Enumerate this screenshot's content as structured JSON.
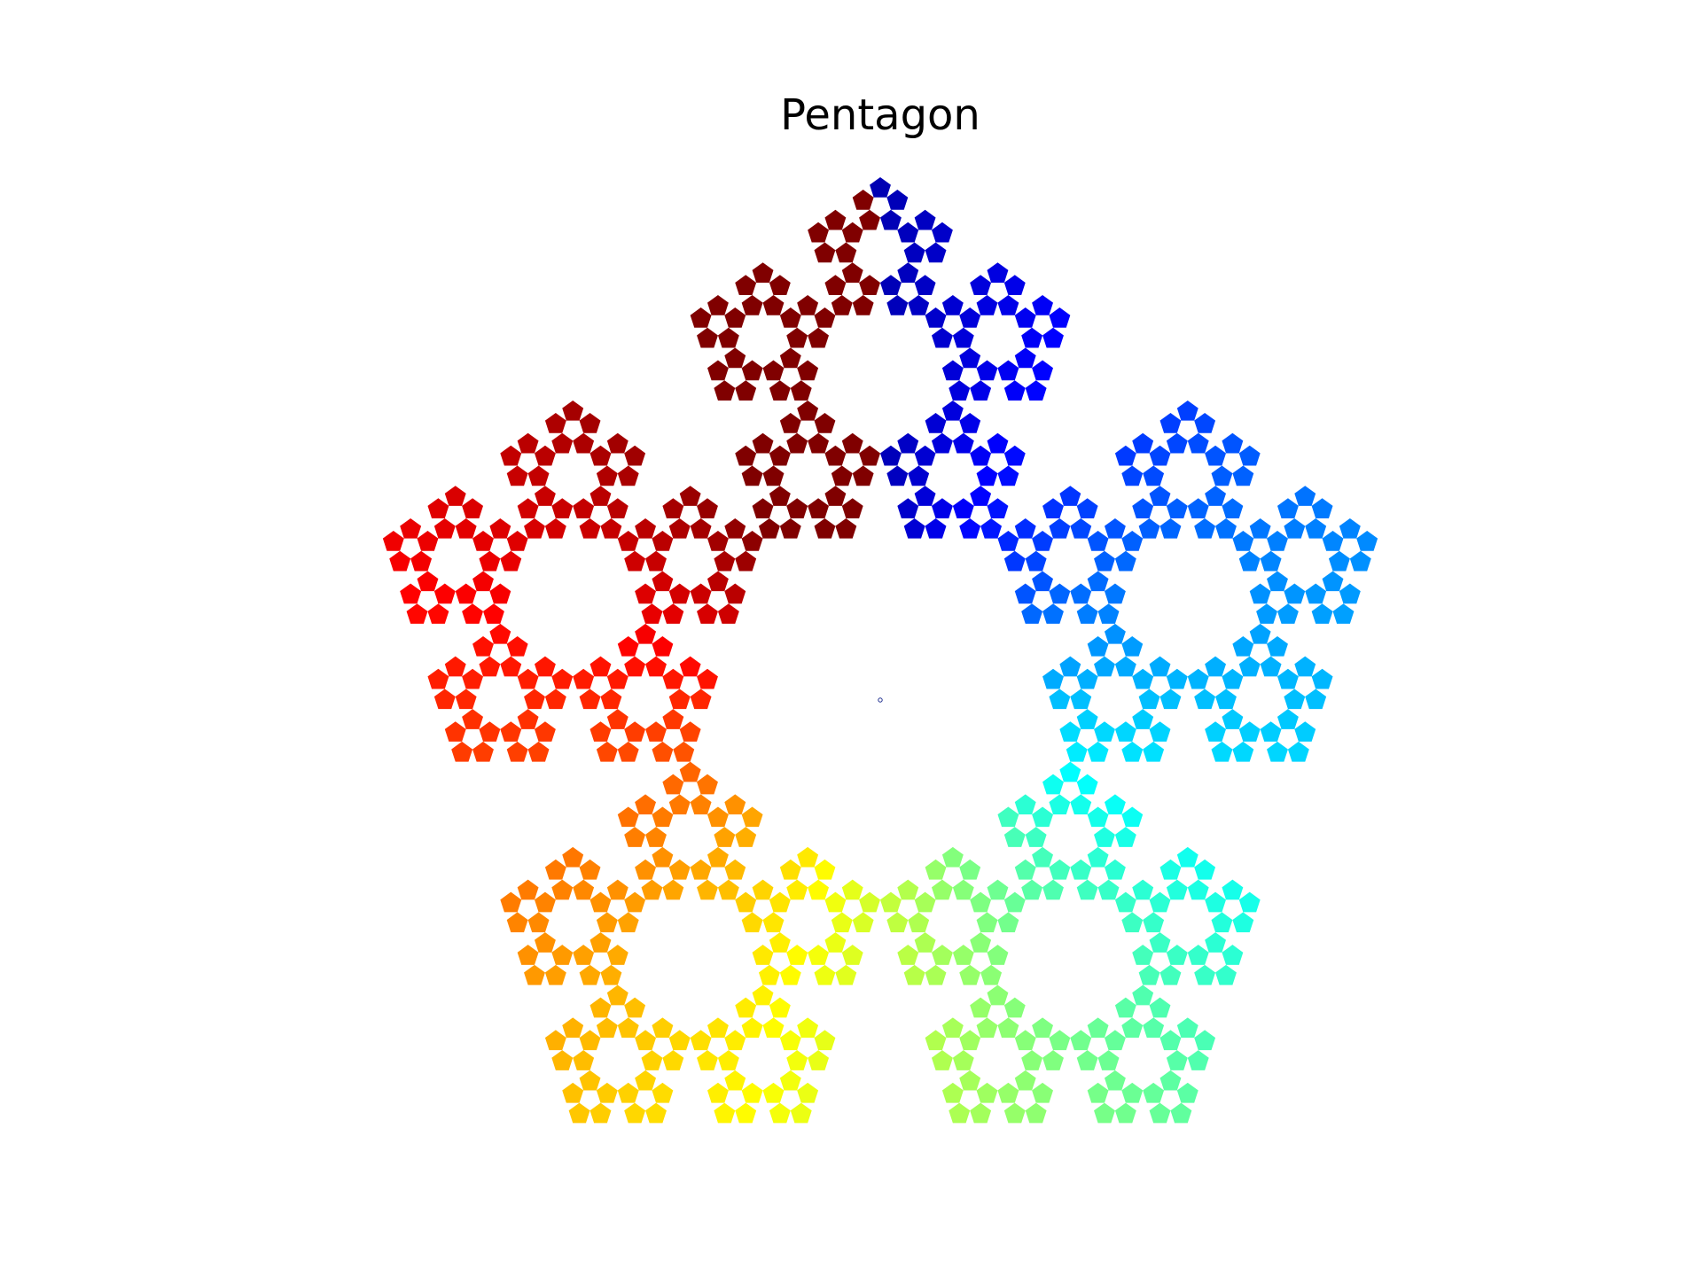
{
  "figure": {
    "title": "Pentagon",
    "kind": "recursive pentaflake (Sierpinski pentagon)",
    "recursion_levels": 4,
    "colormap": "jet",
    "background": "#ffffff",
    "center_marker": {
      "shape": "small open circle",
      "color": "#1f2f8f"
    }
  }
}
